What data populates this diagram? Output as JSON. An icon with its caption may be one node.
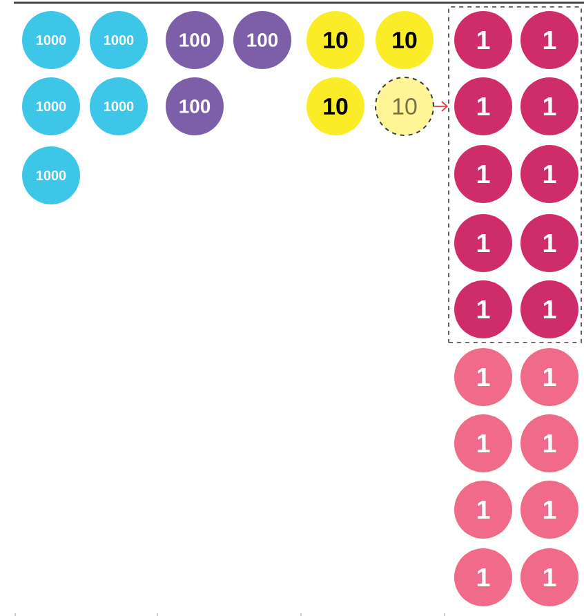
{
  "diagram": {
    "nodes": [
      {
        "text": [
          "1000"
        ]
      },
      {
        "text": [
          "1000"
        ]
      },
      {
        "text": [
          "1000"
        ]
      },
      {
        "text": [
          "1000"
        ]
      },
      {
        "text": [
          "1000"
        ]
      },
      {
        "text": [
          "100"
        ]
      },
      {
        "text": [
          "100"
        ]
      },
      {
        "text": [
          "100"
        ]
      },
      {
        "text": [
          "10"
        ]
      },
      {
        "text": [
          "10"
        ]
      },
      {
        "text": [
          "10"
        ]
      },
      {
        "text": [
          "10"
        ]
      },
      {
        "text": [],
        "shape": "box"
      },
      {
        "text": [
          "1"
        ],
        "in": 12
      },
      {
        "text": [
          "1"
        ],
        "in": 12
      },
      {
        "text": [
          "1"
        ],
        "in": 12
      },
      {
        "text": [
          "1"
        ],
        "in": 12
      },
      {
        "text": [
          "1"
        ],
        "in": 12
      },
      {
        "text": [
          "1"
        ],
        "in": 12
      },
      {
        "text": [
          "1"
        ],
        "in": 12
      },
      {
        "text": [
          "1"
        ],
        "in": 12
      },
      {
        "text": [
          "1"
        ],
        "in": 12
      },
      {
        "text": [
          "1"
        ],
        "in": 12
      },
      {
        "text": [
          "1"
        ]
      },
      {
        "text": [
          "1"
        ]
      },
      {
        "text": [
          "1"
        ]
      },
      {
        "text": [
          "1"
        ]
      },
      {
        "text": [
          "1"
        ]
      },
      {
        "text": [
          "1"
        ]
      },
      {
        "text": [
          "1"
        ]
      },
      {
        "text": [
          "1"
        ]
      }
    ],
    "edges": [
      {
        "from": 11,
        "to": 12,
        "arrow": "to"
      }
    ]
  }
}
